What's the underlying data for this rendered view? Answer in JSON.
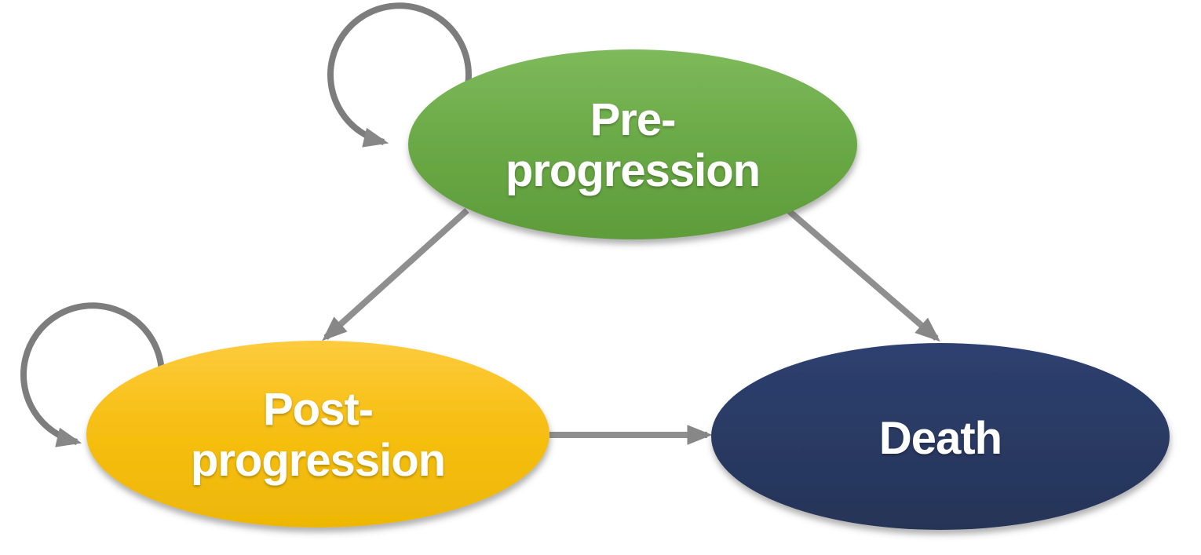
{
  "diagram": {
    "type": "state-transition-diagram",
    "background": "#ffffff",
    "nodes": [
      {
        "id": "pre-progression",
        "line1": "Pre-",
        "line2": "progression",
        "shape": "ellipse",
        "fill_top": "#7eb95b",
        "fill_mid": "#6aa946",
        "fill_bottom": "#5e9c3a",
        "text_color": "#ffffff"
      },
      {
        "id": "post-progression",
        "line1": "Post-",
        "line2": "progression",
        "shape": "ellipse",
        "fill_top": "#fdcb3d",
        "fill_mid": "#f7bf13",
        "fill_bottom": "#edb705",
        "text_color": "#ffffff"
      },
      {
        "id": "death",
        "line1": "Death",
        "line2": "",
        "shape": "ellipse",
        "fill_top": "#2e4070",
        "fill_mid": "#2a3a64",
        "fill_bottom": "#253457",
        "text_color": "#ffffff"
      }
    ],
    "edges": [
      {
        "from": "pre-progression",
        "to": "pre-progression",
        "kind": "self-loop"
      },
      {
        "from": "post-progression",
        "to": "post-progression",
        "kind": "self-loop"
      },
      {
        "from": "pre-progression",
        "to": "post-progression",
        "kind": "arrow"
      },
      {
        "from": "pre-progression",
        "to": "death",
        "kind": "arrow"
      },
      {
        "from": "post-progression",
        "to": "death",
        "kind": "arrow"
      }
    ],
    "colors": {
      "arrow_line": "#8f8f8f",
      "arrow_head": "#878787",
      "self_loop": "#7d7d7d",
      "label_text": "#ffffff"
    }
  }
}
